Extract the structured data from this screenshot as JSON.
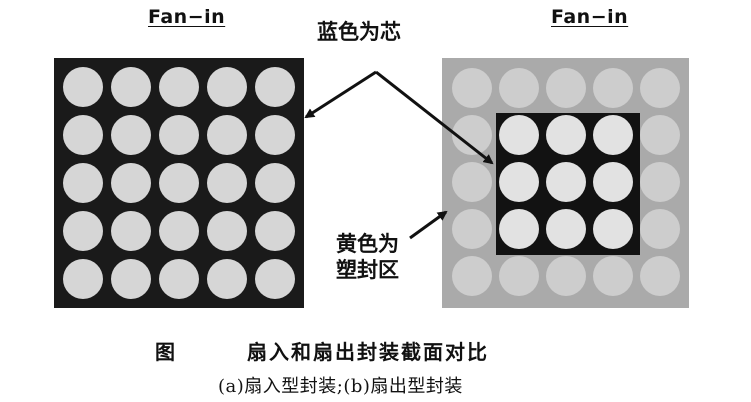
{
  "labels": {
    "left_heading": "Fan−in",
    "right_heading": "Fan−in",
    "core_callout": "蓝色为芯",
    "mold_callout_line1": "黄色为",
    "mold_callout_line2": "塑封区"
  },
  "caption": {
    "label": "图",
    "title": "扇入和扇出封装截面对比",
    "subcaption": "(a)扇入型封装;(b)扇出型封装"
  },
  "colors": {
    "fanin_die": "#1a1a1a",
    "fanin_ball": "#d6d6d6",
    "fanout_mold": "#aaaaaa",
    "fanout_die": "#121212",
    "fanout_inner_ball": "#e2e2e2",
    "fanout_outer_ball": "#cdcdcd",
    "arrow": "#111111"
  },
  "fanin_grid": {
    "rows": 5,
    "cols": 5
  },
  "fanout_grid": {
    "rows": 5,
    "cols": 5,
    "die_rows": [
      1,
      3
    ],
    "die_cols": [
      1,
      3
    ]
  }
}
